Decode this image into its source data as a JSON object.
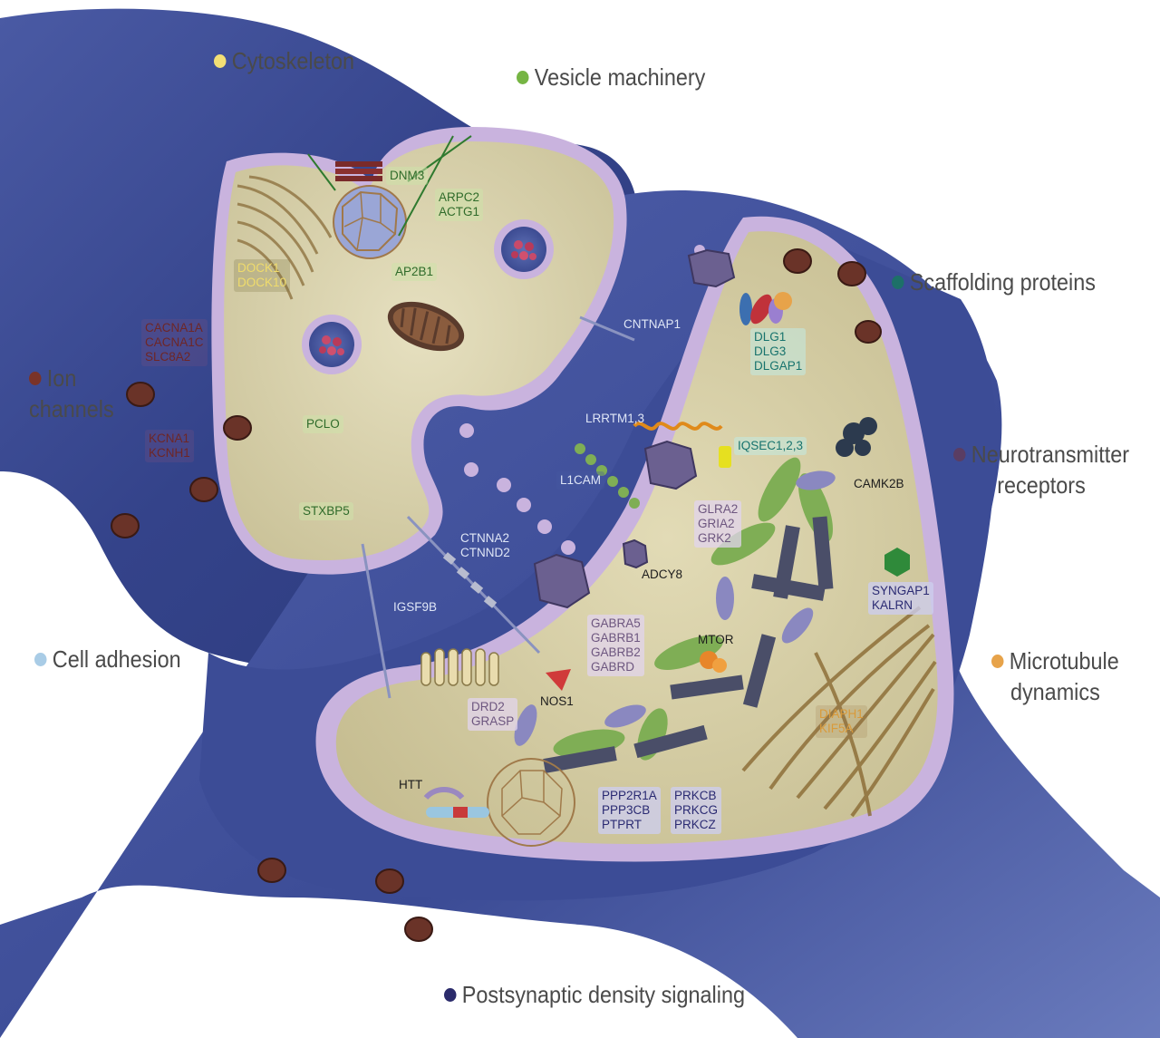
{
  "categories": {
    "cytoskeleton": {
      "label": "Cytoskeleton",
      "color": "#f3df75"
    },
    "vesicle": {
      "label": "Vesicle machinery",
      "color": "#76b544"
    },
    "scaffolding": {
      "label": "Scaffolding proteins",
      "color": "#1d7068"
    },
    "ion_channels": {
      "line1": "Ion",
      "line2": "channels",
      "color": "#7a3328"
    },
    "neurotransmitter": {
      "line1": "Neurotransmitter",
      "line2": "receptors",
      "color": "#5a3d63"
    },
    "cell_adhesion": {
      "label": "Cell adhesion",
      "color": "#a9cce6"
    },
    "microtubule": {
      "line1": "Microtubule",
      "line2": "dynamics",
      "color": "#e7a34a"
    },
    "psd": {
      "label": "Postsynaptic density signaling",
      "color": "#2b2b6b"
    }
  },
  "genes": {
    "dnm3": "DNM3",
    "arpc2": "ARPC2",
    "actg1": "ACTG1",
    "dock1": "DOCK1",
    "dock10": "DOCK10",
    "ap2b1": "AP2B1",
    "cacna1a": "CACNA1A",
    "cacna1c": "CACNA1C",
    "slc8a2": "SLC8A2",
    "kcna1": "KCNA1",
    "kcnh1": "KCNH1",
    "pclo": "PCLO",
    "stxbp5": "STXBP5",
    "cntnap1": "CNTNAP1",
    "dlg1": "DLG1",
    "dlg3": "DLG3",
    "dlgap1": "DLGAP1",
    "lrrtm": "LRRTM1,3",
    "iqsec": "IQSEC1,2,3",
    "l1cam": "L1CAM",
    "camk2b": "CAMK2B",
    "glra2": "GLRA2",
    "gria2": "GRIA2",
    "grk2": "GRK2",
    "ctnna2": "CTNNA2",
    "ctnnd2": "CTNND2",
    "adcy8": "ADCY8",
    "syngap1": "SYNGAP1",
    "kalrn": "KALRN",
    "igsf9b": "IGSF9B",
    "gabra5": "GABRA5",
    "gabrb1": "GABRB1",
    "gabrb2": "GABRB2",
    "gabrd": "GABRD",
    "mtor": "MTOR",
    "nos1": "NOS1",
    "drd2": "DRD2",
    "grasp": "GRASP",
    "diaph1": "DIAPH1",
    "kif5a": "KIF5A",
    "htt": "HTT",
    "ppp2r1a": "PPP2R1A",
    "ppp3cb": "PPP3CB",
    "ptprt": "PTPRT",
    "prkcb": "PRKCB",
    "prkcg": "PRKCG",
    "prkcz": "PRKCZ"
  }
}
